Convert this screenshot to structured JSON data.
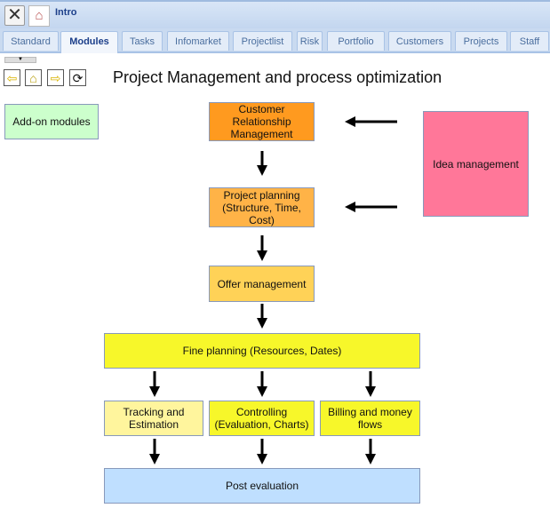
{
  "window": {
    "title": "Intro"
  },
  "tabs": [
    {
      "label": "Standard"
    },
    {
      "label": "Modules",
      "active": true
    },
    {
      "label": "Tasks"
    },
    {
      "label": "Infomarket"
    },
    {
      "label": "Projectlist"
    },
    {
      "label": "Risk"
    },
    {
      "label": "Portfolio"
    },
    {
      "label": "Customers"
    },
    {
      "label": "Projects"
    },
    {
      "label": "Staff"
    }
  ],
  "nav_icons": [
    "back-arrow-icon",
    "home-icon",
    "forward-arrow-icon",
    "refresh-icon"
  ],
  "page": {
    "heading": "Project Management and process optimization"
  },
  "boxes": {
    "addon": {
      "label": "Add-on modules",
      "color": "#ccffcc"
    },
    "crm": {
      "label": "Customer Relationship Management",
      "color": "#ff9a1f"
    },
    "planning": {
      "label": "Project planning (Structure, Time, Cost)",
      "color": "#ffb347"
    },
    "offer": {
      "label": "Offer management",
      "color": "#ffd257"
    },
    "fine": {
      "label": "Fine planning (Resources, Dates)",
      "color": "#f7f72a"
    },
    "tracking": {
      "label": "Tracking and Estimation",
      "color": "#fff59d"
    },
    "controlling": {
      "label": "Controlling (Evaluation, Charts)",
      "color": "#f7f72a"
    },
    "billing": {
      "label": "Billing and money flows",
      "color": "#f7f72a"
    },
    "post": {
      "label": "Post evaluation",
      "color": "#bfdfff"
    },
    "idea": {
      "label": "Idea management",
      "color": "#ff7799"
    }
  }
}
